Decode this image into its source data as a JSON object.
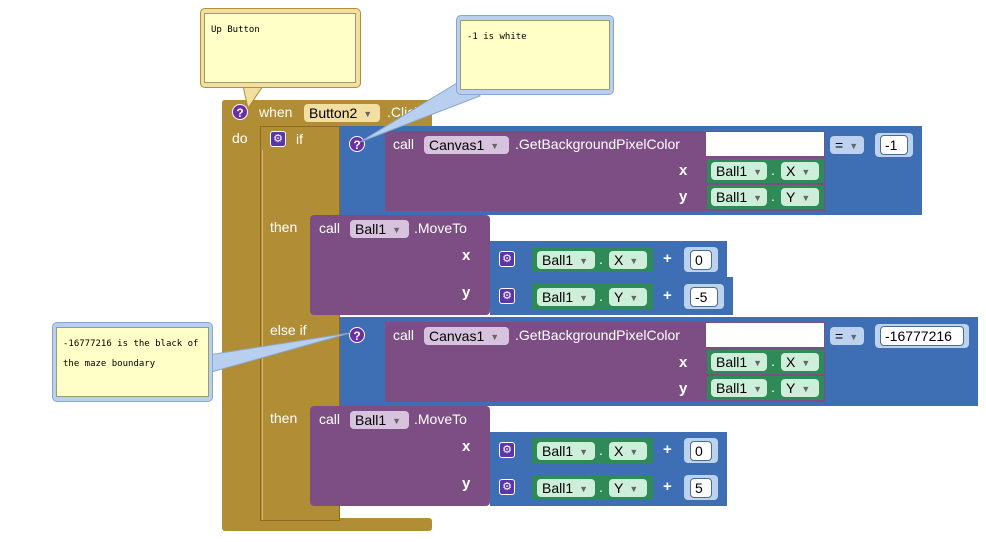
{
  "comments": {
    "up_button": "Up Button",
    "white": "-1 is white",
    "black": "-16777216 is the black of the maze boundary"
  },
  "event": {
    "when_label": "when",
    "component": "Button2",
    "event_label": ".Click",
    "do_label": "do"
  },
  "if_block": {
    "if_label": "if",
    "then_label": "then",
    "else_if_label": "else if"
  },
  "cond1": {
    "call_label": "call",
    "component": "Canvas1",
    "method": ".GetBackgroundPixelColor",
    "x_label": "x",
    "y_label": "y",
    "x_obj": "Ball1",
    "x_prop": "X",
    "y_obj": "Ball1",
    "y_prop": "Y",
    "op": "=",
    "value": "-1"
  },
  "move1": {
    "call_label": "call",
    "component": "Ball1",
    "method": ".MoveTo",
    "x_label": "x",
    "y_label": "y",
    "x_obj": "Ball1",
    "x_prop": "X",
    "x_op": "+",
    "x_val": "0",
    "y_obj": "Ball1",
    "y_prop": "Y",
    "y_op": "+",
    "y_val": "-5"
  },
  "cond2": {
    "call_label": "call",
    "component": "Canvas1",
    "method": ".GetBackgroundPixelColor",
    "x_label": "x",
    "y_label": "y",
    "x_obj": "Ball1",
    "x_prop": "X",
    "y_obj": "Ball1",
    "y_prop": "Y",
    "op": "=",
    "value": "-16777216"
  },
  "move2": {
    "call_label": "call",
    "component": "Ball1",
    "method": ".MoveTo",
    "x_label": "x",
    "y_label": "y",
    "x_obj": "Ball1",
    "x_prop": "X",
    "x_op": "+",
    "x_val": "0",
    "y_obj": "Ball1",
    "y_prop": "Y",
    "y_op": "+",
    "y_val": "5"
  },
  "icons": {
    "help": "question-icon",
    "mutator": "gear-icon",
    "dropdown": "caret-down-icon"
  },
  "colors": {
    "event": "#b18e35",
    "procedure": "#7d4e84",
    "math": "#3e6fb5",
    "getter": "#2e8b57",
    "comment": "#ffffc8"
  }
}
